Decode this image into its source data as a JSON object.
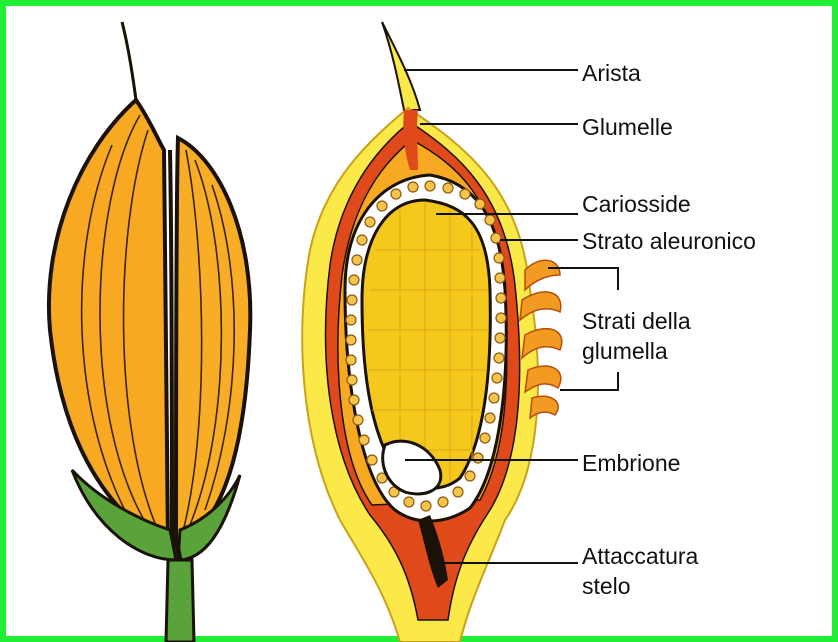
{
  "labels": {
    "arista": "Arista",
    "glumelle": "Glumelle",
    "cariosside": "Cariosside",
    "strato_aleuronico": "Strato aleuronico",
    "strati_glumella_1": "Strati della",
    "strati_glumella_2": "glumella",
    "embrione": "Embrione",
    "attaccatura_1": "Attaccatura",
    "attaccatura_2": "stelo"
  },
  "colors": {
    "frame": "#22ee33",
    "kernel_orange": "#f6a921",
    "kernel_yellow": "#f5c81c",
    "hull_yellow": "#fbe94a",
    "hull_red": "#e04a1a",
    "leaf_green": "#5aa33a",
    "outline": "#1a1206"
  }
}
